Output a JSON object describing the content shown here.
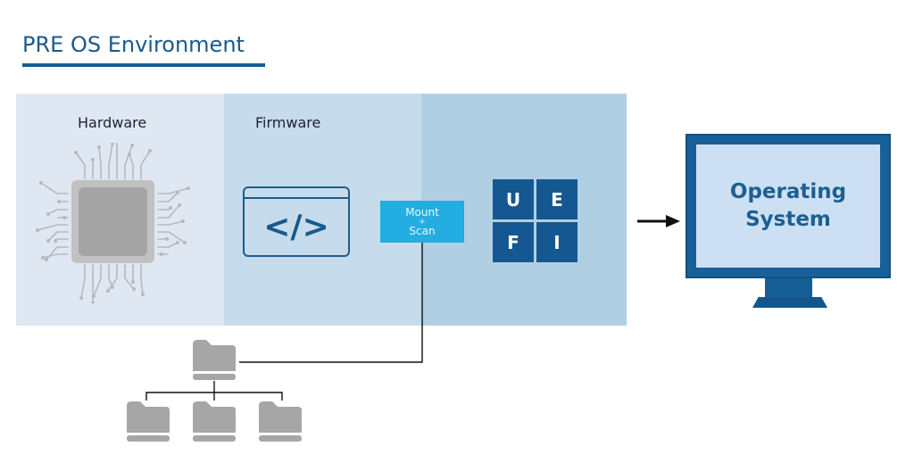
{
  "title": "PRE OS Environment",
  "panels": {
    "hardware": {
      "label": "Hardware",
      "icon": "cpu-chip-icon"
    },
    "firmware": {
      "label": "Firmware",
      "icon": "code-window-icon",
      "code_glyph": "</>"
    },
    "uefi": {
      "icon": "uefi-logo-icon"
    }
  },
  "mount_box": {
    "line1": "Mount",
    "line2": "+",
    "line3": "Scan"
  },
  "uefi_letters": [
    "U",
    "E",
    "F",
    "I"
  ],
  "arrow": {
    "icon": "arrow-right-icon"
  },
  "monitor": {
    "line1": "Operating",
    "line2": "System",
    "icon": "monitor-icon"
  },
  "folder_tree": {
    "root": "folder-icon",
    "children": [
      "folder-icon",
      "folder-icon",
      "folder-icon"
    ]
  },
  "colors": {
    "title": "#1a5a8c",
    "hardware_panel": "#dfe8f2",
    "firmware_panel": "#c6dbeb",
    "uefi_panel": "#b1cfe2",
    "accent_dark_blue": "#155891",
    "mount_cyan": "#23ade0",
    "monitor_screen": "#cddff2",
    "folder_gray": "#a6a6a6"
  }
}
